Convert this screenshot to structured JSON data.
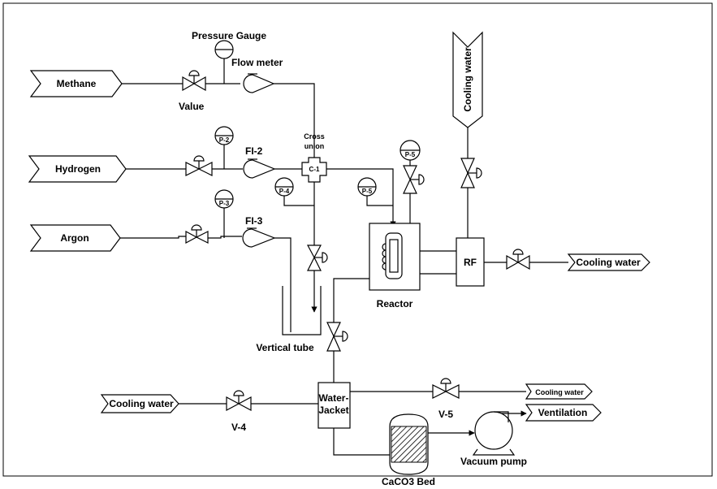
{
  "inputs": {
    "methane": "Methane",
    "hydrogen": "Hydrogen",
    "argon": "Argon",
    "cooling_water_in": "Cooling water",
    "cooling_water_top": "Cooling water"
  },
  "outputs": {
    "cooling_water_rf": "Cooling water",
    "cooling_water_jacket": "Cooling water",
    "ventilation": "Ventilation"
  },
  "labels": {
    "pressure_gauge": "Pressure Gauge",
    "flow_meter": "Flow meter",
    "value": "Value",
    "fi2": "FI-2",
    "fi3": "FI-3",
    "cross_union_1": "Cross",
    "cross_union_2": "union",
    "c1": "C-1",
    "p2": "P-2",
    "p3": "P-3",
    "p4": "P-4",
    "p5_left": "P-5",
    "p5_top": "P-5",
    "reactor": "Reactor",
    "rf": "RF",
    "vertical_tube": "Vertical tube",
    "water_jacket_1": "Water-",
    "water_jacket_2": "Jacket",
    "v4": "V-4",
    "v5": "V-5",
    "vacuum_pump": "Vacuum pump",
    "caco3_bed": "CaCO3 Bed"
  }
}
